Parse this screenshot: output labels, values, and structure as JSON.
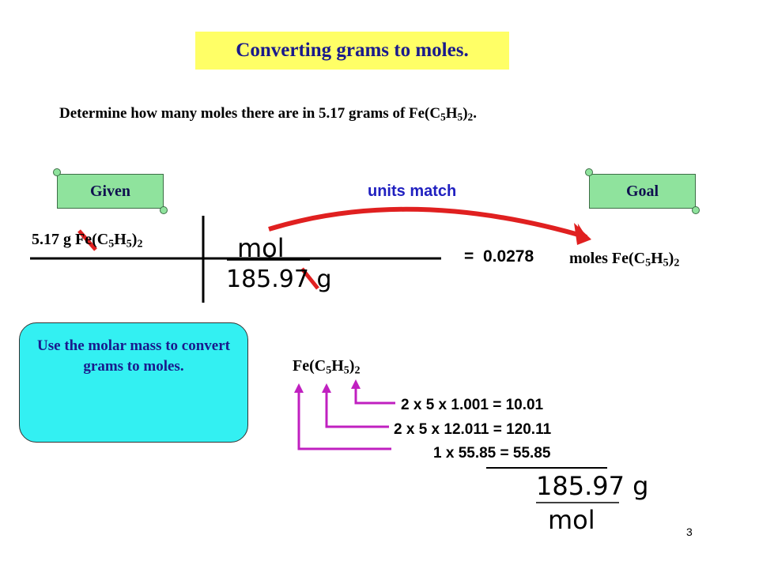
{
  "title": "Converting grams to moles.",
  "question": {
    "pre": "Determine how many moles there are in 5.17 grams of Fe(C",
    "s1": "5",
    "mid": "H",
    "s2": "5",
    "post": ")",
    "s3": "2",
    "end": "."
  },
  "given_label": "Given",
  "goal_label": "Goal",
  "units_match": "units match",
  "given_qty": {
    "pre": "5.17 g  Fe(C",
    "s1": "5",
    "mid": "H",
    "s2": "5",
    "post": ")",
    "s3": "2"
  },
  "fraction": {
    "numerator": "mol",
    "denominator": "185.97 g"
  },
  "answer": {
    "eq": "=",
    "value": "0.0278"
  },
  "answer_unit": {
    "pre": "moles Fe(C",
    "s1": "5",
    "mid": "H",
    "s2": "5",
    "post": ")",
    "s3": "2"
  },
  "hint": "Use the molar mass to convert grams to moles.",
  "formula": {
    "pre": "Fe(C",
    "s1": "5",
    "mid": "H",
    "s2": "5",
    "post": ")",
    "s3": "2"
  },
  "calc": {
    "h": "2 x 5 x 1.001 =    10.01",
    "c": "2 x 5 x 12.011 = 120.11",
    "fe": "1 x 55.85 =    55.85"
  },
  "total": {
    "numerator": "185.97 g",
    "denominator": "mol"
  },
  "page_number": "3",
  "colors": {
    "title_bg": "#ffff66",
    "scroll_bg": "#8fe39d",
    "hint_bg": "#33f0f2",
    "arrow": "#e02020",
    "bracket": "#c020c0",
    "slash": "#e02020"
  }
}
